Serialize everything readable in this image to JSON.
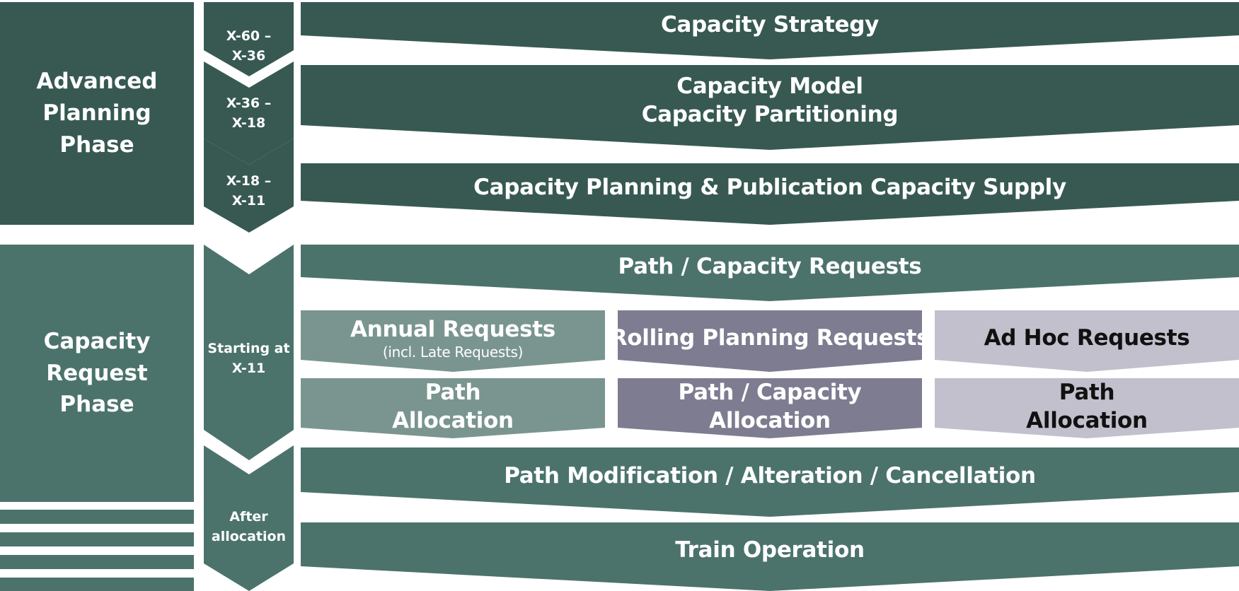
{
  "colors": {
    "dark_green": "#375951",
    "mid_green": "#4b736b",
    "grey_green": "#7a958f",
    "purple": "#7e7c91",
    "light_grey": "#c1c0cc",
    "white": "#ffffff"
  },
  "phases": {
    "advanced": [
      "Advanced",
      "Planning",
      "Phase"
    ],
    "request": [
      "Capacity",
      "Request",
      "Phase"
    ]
  },
  "timeline": {
    "t1": [
      "X-60 –",
      "X-36"
    ],
    "t2": [
      "X-36 –",
      "X-18"
    ],
    "t3": [
      "X-18 –",
      "X-11"
    ],
    "t4": [
      "Starting at",
      "X-11"
    ],
    "t5": [
      "After",
      "allocation"
    ]
  },
  "steps": {
    "capacity_strategy": "Capacity Strategy",
    "capacity_model": [
      "Capacity Model",
      "Capacity Partitioning"
    ],
    "capacity_planning": "Capacity Planning & Publication Capacity Supply",
    "path_requests": "Path / Capacity Requests",
    "annual_requests": "Annual Requests",
    "annual_requests_sub": "(incl. Late Requests)",
    "rolling_requests": "Rolling Planning Requests",
    "adhoc_requests": "Ad Hoc Requests",
    "annual_allocation": [
      "Path",
      "Allocation"
    ],
    "rolling_allocation": [
      "Path / Capacity",
      "Allocation"
    ],
    "adhoc_allocation": [
      "Path",
      "Allocation"
    ],
    "modification": "Path Modification / Alteration / Cancellation",
    "train_operation": "Train Operation"
  }
}
